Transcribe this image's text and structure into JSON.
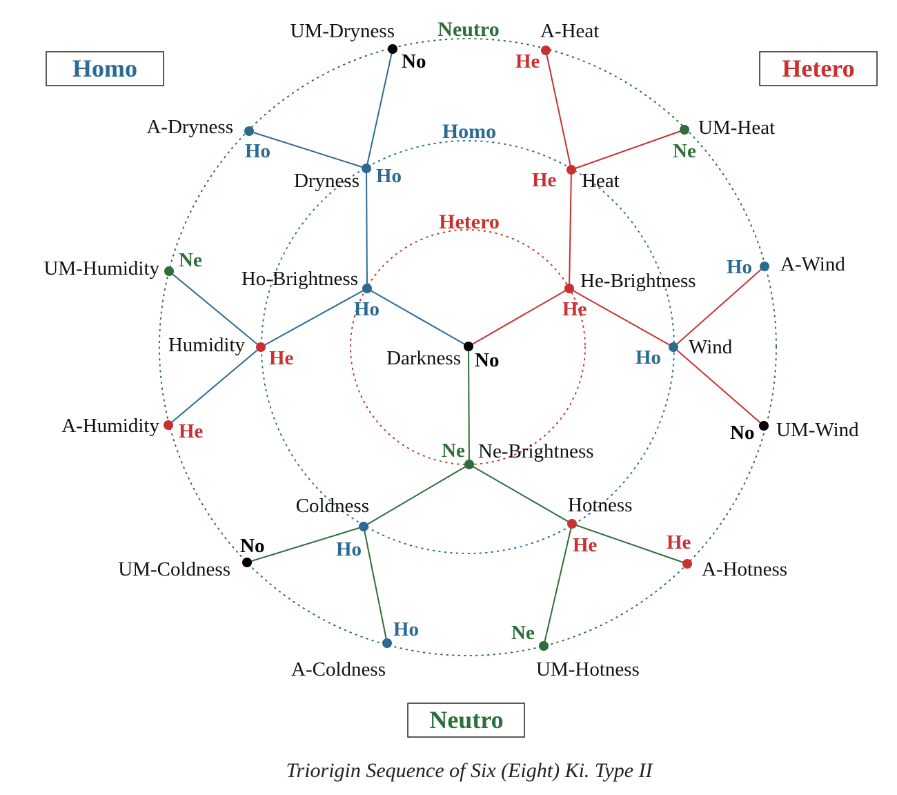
{
  "colors": {
    "homo": "#2c6a92",
    "hetero": "#c8312f",
    "neutro": "#2d6e3a",
    "none": "#000000"
  },
  "boxes": {
    "homo": "Homo",
    "hetero": "Hetero",
    "neutro": "Neutro"
  },
  "rings": {
    "outer": "Neutro",
    "middle": "Homo",
    "inner": "Hetero"
  },
  "caption": "Triorigin Sequence of Six (Eight) Ki. Type II",
  "nodes": [
    {
      "id": "darkness",
      "label": "Darkness",
      "tag": "No",
      "type": "none"
    },
    {
      "id": "ho_brightness",
      "label": "Ho-Brightness",
      "tag": "Ho",
      "type": "homo"
    },
    {
      "id": "he_brightness",
      "label": "He-Brightness",
      "tag": "He",
      "type": "hetero"
    },
    {
      "id": "ne_brightness",
      "label": "Ne-Brightness",
      "tag": "Ne",
      "type": "neutro"
    },
    {
      "id": "dryness",
      "label": "Dryness",
      "tag": "Ho",
      "type": "homo"
    },
    {
      "id": "humidity",
      "label": "Humidity",
      "tag": "He",
      "type": "hetero"
    },
    {
      "id": "heat",
      "label": "Heat",
      "tag": "He",
      "type": "hetero"
    },
    {
      "id": "wind",
      "label": "Wind",
      "tag": "Ho",
      "type": "homo"
    },
    {
      "id": "coldness",
      "label": "Coldness",
      "tag": "Ho",
      "type": "homo"
    },
    {
      "id": "hotness",
      "label": "Hotness",
      "tag": "He",
      "type": "hetero"
    },
    {
      "id": "um_dryness",
      "label": "UM-Dryness",
      "tag": "No",
      "type": "none"
    },
    {
      "id": "a_dryness",
      "label": "A-Dryness",
      "tag": "Ho",
      "type": "homo"
    },
    {
      "id": "um_humidity",
      "label": "UM-Humidity",
      "tag": "Ne",
      "type": "neutro"
    },
    {
      "id": "a_humidity",
      "label": "A-Humidity",
      "tag": "He",
      "type": "hetero"
    },
    {
      "id": "a_heat",
      "label": "A-Heat",
      "tag": "He",
      "type": "hetero"
    },
    {
      "id": "um_heat",
      "label": "UM-Heat",
      "tag": "Ne",
      "type": "neutro"
    },
    {
      "id": "a_wind",
      "label": "A-Wind",
      "tag": "Ho",
      "type": "homo"
    },
    {
      "id": "um_wind",
      "label": "UM-Wind",
      "tag": "No",
      "type": "none"
    },
    {
      "id": "um_coldness",
      "label": "UM-Coldness",
      "tag": "No",
      "type": "none"
    },
    {
      "id": "a_coldness",
      "label": "A-Coldness",
      "tag": "Ho",
      "type": "homo"
    },
    {
      "id": "a_hotness",
      "label": "A-Hotness",
      "tag": "He",
      "type": "hetero"
    },
    {
      "id": "um_hotness",
      "label": "UM-Hotness",
      "tag": "Ne",
      "type": "neutro"
    }
  ],
  "edges": [
    {
      "from": "darkness",
      "to": "ho_brightness",
      "type": "homo"
    },
    {
      "from": "darkness",
      "to": "he_brightness",
      "type": "hetero"
    },
    {
      "from": "darkness",
      "to": "ne_brightness",
      "type": "neutro"
    },
    {
      "from": "ho_brightness",
      "to": "dryness",
      "type": "homo"
    },
    {
      "from": "ho_brightness",
      "to": "humidity",
      "type": "homo"
    },
    {
      "from": "dryness",
      "to": "um_dryness",
      "type": "homo"
    },
    {
      "from": "dryness",
      "to": "a_dryness",
      "type": "homo"
    },
    {
      "from": "humidity",
      "to": "um_humidity",
      "type": "homo"
    },
    {
      "from": "humidity",
      "to": "a_humidity",
      "type": "homo"
    },
    {
      "from": "he_brightness",
      "to": "heat",
      "type": "hetero"
    },
    {
      "from": "he_brightness",
      "to": "wind",
      "type": "hetero"
    },
    {
      "from": "heat",
      "to": "a_heat",
      "type": "hetero"
    },
    {
      "from": "heat",
      "to": "um_heat",
      "type": "hetero"
    },
    {
      "from": "wind",
      "to": "a_wind",
      "type": "hetero"
    },
    {
      "from": "wind",
      "to": "um_wind",
      "type": "hetero"
    },
    {
      "from": "ne_brightness",
      "to": "coldness",
      "type": "neutro"
    },
    {
      "from": "ne_brightness",
      "to": "hotness",
      "type": "neutro"
    },
    {
      "from": "coldness",
      "to": "um_coldness",
      "type": "neutro"
    },
    {
      "from": "coldness",
      "to": "a_coldness",
      "type": "neutro"
    },
    {
      "from": "hotness",
      "to": "a_hotness",
      "type": "neutro"
    },
    {
      "from": "hotness",
      "to": "um_hotness",
      "type": "neutro"
    }
  ]
}
